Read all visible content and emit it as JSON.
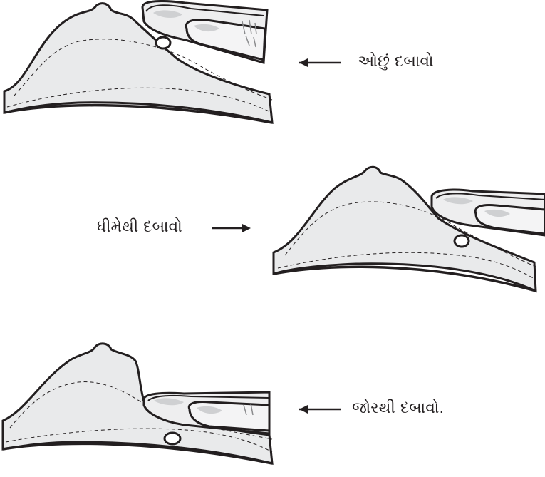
{
  "panels": [
    {
      "label": "ઓછું દબાવો",
      "arrow": "left"
    },
    {
      "label": "ધીમેથી દબાવો",
      "arrow": "right"
    },
    {
      "label": "જોરથી દબાવો.",
      "arrow": "left"
    }
  ],
  "colors": {
    "stroke": "#231f20",
    "tissue": "#e9eaeb",
    "finger": "#eeeeef",
    "finger_shade": "#cfd0d2",
    "background": "#ffffff"
  }
}
